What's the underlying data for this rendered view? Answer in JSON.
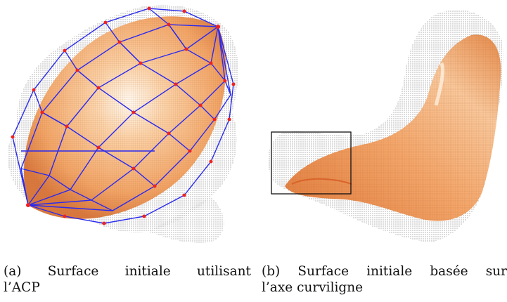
{
  "figure": {
    "subfigures": [
      {
        "id": "a",
        "caption_line1": [
          "(a)",
          "Surface",
          "initiale",
          "utilisant"
        ],
        "caption_line2": "l’ACP"
      },
      {
        "id": "b",
        "caption_line1": [
          "(b)",
          "Surface",
          "initiale",
          "basée",
          "sur"
        ],
        "caption_line2": "l’axe curviligne"
      }
    ]
  },
  "colors": {
    "surface_light": "#fff4e6",
    "surface_mid": "#f6b27a",
    "surface_dark": "#d9753a",
    "control_mesh": "#2222ee",
    "control_points": "#ee2222",
    "point_cloud": "#333333",
    "roi_box": "#111111"
  }
}
